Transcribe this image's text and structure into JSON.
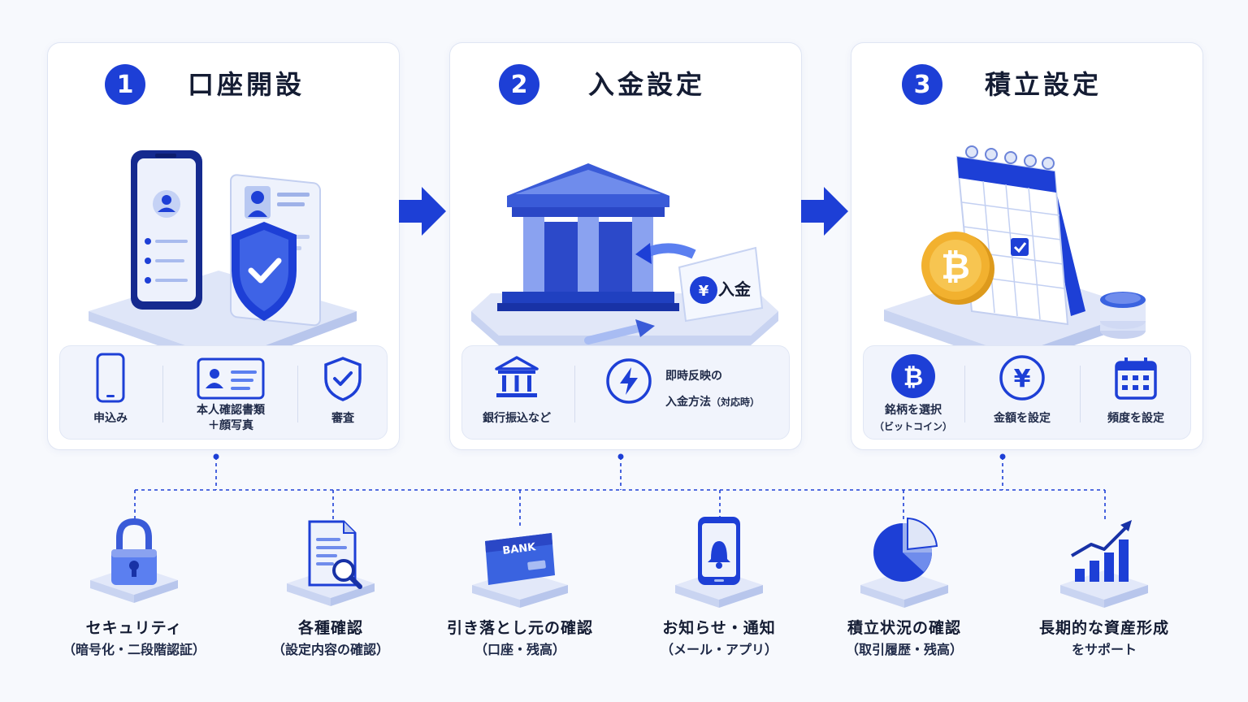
{
  "steps": [
    {
      "number": "1",
      "title": "口座開設",
      "items": [
        {
          "label": "申込み",
          "icon": "smartphone-icon"
        },
        {
          "label": "本人確認書類",
          "label2": "＋顔写真",
          "icon": "id-card-icon"
        },
        {
          "label": "審査",
          "icon": "shield-check-icon"
        }
      ]
    },
    {
      "number": "2",
      "title": "入金設定",
      "card_text": "入金",
      "card_symbol": "¥",
      "items": [
        {
          "label": "銀行振込など",
          "icon": "bank-icon"
        },
        {
          "label": "即時反映の",
          "label2": "入金方法",
          "label3": "（対応時）",
          "icon": "lightning-icon"
        }
      ]
    },
    {
      "number": "3",
      "title": "積立設定",
      "items": [
        {
          "label": "銘柄を選択",
          "label2": "（ビットコイン）",
          "icon": "bitcoin-icon"
        },
        {
          "label": "金額を設定",
          "icon": "yen-icon"
        },
        {
          "label": "頻度を設定",
          "icon": "calendar-icon"
        }
      ]
    }
  ],
  "features": [
    {
      "label": "セキュリティ",
      "sub": "（暗号化・二段階認証）",
      "icon": "lock-icon"
    },
    {
      "label": "各種確認",
      "sub": "（設定内容の確認）",
      "icon": "document-search-icon"
    },
    {
      "label": "引き落とし元の確認",
      "sub": "（口座・残高）",
      "icon": "bank-card-icon",
      "card_text": "BANK"
    },
    {
      "label": "お知らせ・通知",
      "sub": "（メール・アプリ）",
      "icon": "notification-phone-icon"
    },
    {
      "label": "積立状況の確認",
      "sub": "（取引履歴・残高）",
      "icon": "pie-chart-icon"
    },
    {
      "label": "長期的な資産形成",
      "sub": "をサポート",
      "icon": "growth-chart-icon"
    }
  ],
  "colors": {
    "accent": "#1d3fd6",
    "accent_light": "#5b7ff0",
    "panel_border": "#dfe5f3",
    "bitcoin": "#f2b12f"
  }
}
